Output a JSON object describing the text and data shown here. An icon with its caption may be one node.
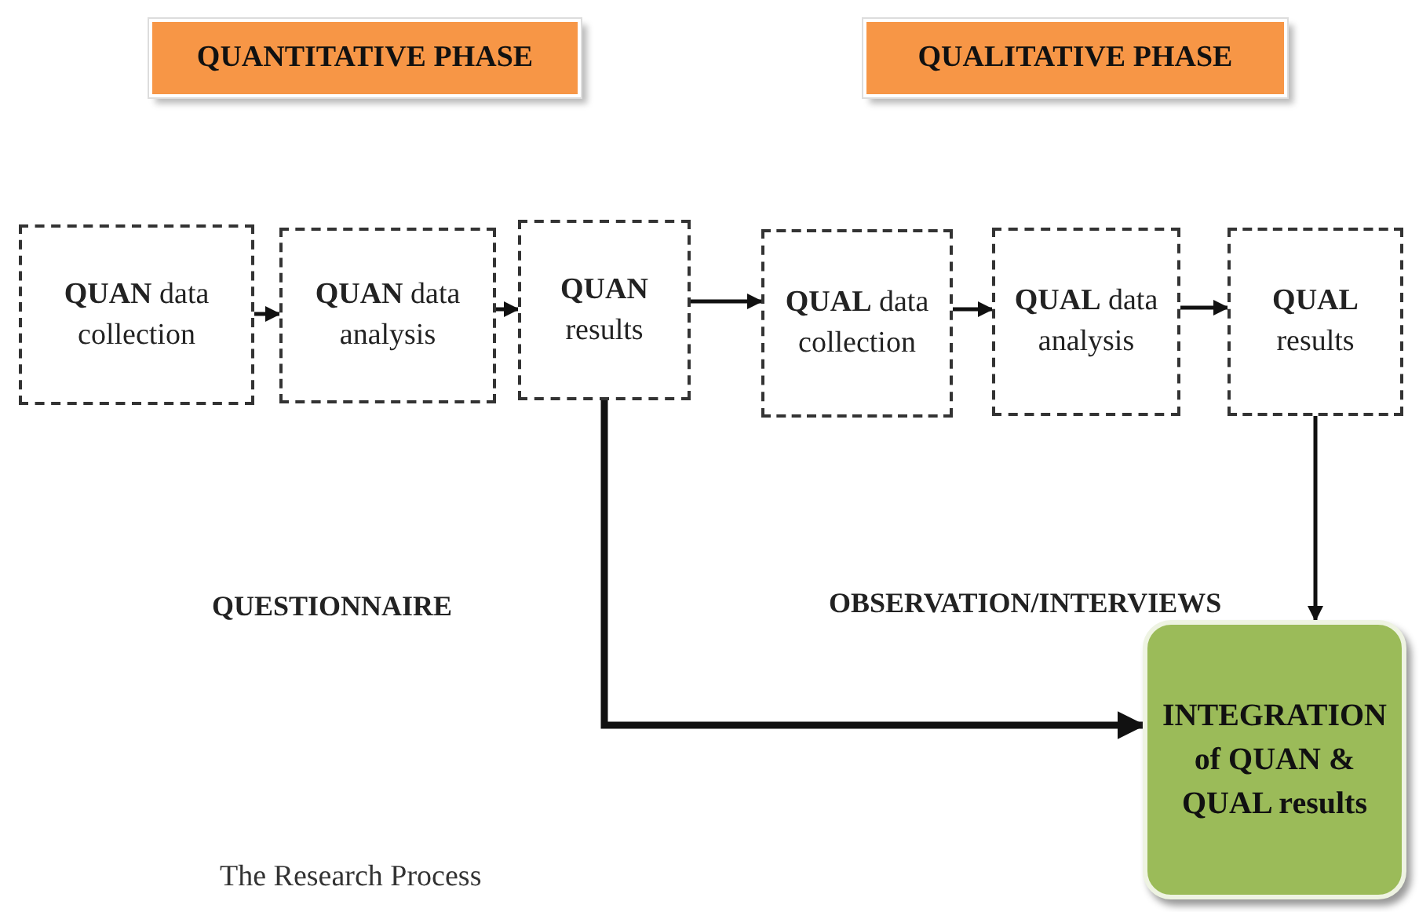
{
  "diagram": {
    "caption": "The Research Process",
    "nodes": [
      {
        "text": [
          "QUANTITATIVE PHASE"
        ]
      },
      {
        "text": [
          "QUALITATIVE PHASE"
        ]
      },
      {
        "text": [
          "**QUAN** data collection"
        ]
      },
      {
        "text": [
          "**QUAN** data analysis"
        ]
      },
      {
        "text": [
          "**QUAN** results"
        ]
      },
      {
        "text": [
          "**QUAL** data collection"
        ]
      },
      {
        "text": [
          "**QUAL** data analysis"
        ]
      },
      {
        "text": [
          "**QUAL** results"
        ]
      },
      {
        "text": [
          "INTEGRATION of QUAN & QUAL results"
        ]
      }
    ],
    "edges": [
      {
        "from": 2,
        "to": 3,
        "arrow": "to"
      },
      {
        "from": 3,
        "to": 4,
        "arrow": "to"
      },
      {
        "from": 4,
        "to": 5,
        "arrow": "to"
      },
      {
        "from": 5,
        "to": 6,
        "arrow": "to"
      },
      {
        "from": 6,
        "to": 7,
        "arrow": "to"
      },
      {
        "from": 4,
        "to": 8,
        "arrow": "to",
        "style": "thick"
      },
      {
        "from": 7,
        "to": 8,
        "arrow": "to"
      }
    ],
    "labels": [
      "QUESTIONNAIRE",
      "OBSERVATION/INTERVIEWS"
    ]
  }
}
